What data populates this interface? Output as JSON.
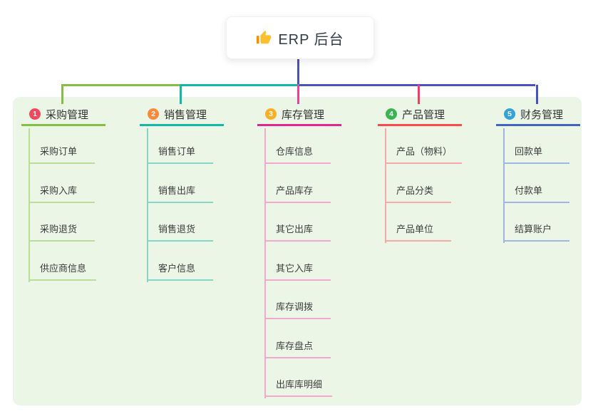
{
  "root": {
    "label": "ERP 后台",
    "icon": "thumbs-up-icon"
  },
  "trunk": {
    "left_color": "#84bf41",
    "middle_color": "#0fbaa6",
    "right_color": "#4a51c3"
  },
  "panel_color": "#ecf6e7",
  "branches": [
    {
      "badge": "1",
      "label": "采购管理",
      "badge_color": "#f1485e",
      "line_color": "#84bf41",
      "drop_color": "#84bf41",
      "child_line_color": "#b9dd9b",
      "children": [
        "采购订单",
        "采购入库",
        "采购退货",
        "供应商信息"
      ]
    },
    {
      "badge": "2",
      "label": "销售管理",
      "badge_color": "#f78b3d",
      "line_color": "#0fbaa6",
      "drop_color": "#0fbaa6",
      "child_line_color": "#86d6c8",
      "children": [
        "销售订单",
        "销售出库",
        "销售退货",
        "客户信息"
      ]
    },
    {
      "badge": "3",
      "label": "库存管理",
      "badge_color": "#f7af26",
      "line_color": "#e1268f",
      "drop_color": "#ee3f9b",
      "child_line_color": "#f2a9cd",
      "children": [
        "仓库信息",
        "产品库存",
        "其它出库",
        "其它入库",
        "库存调拨",
        "库存盘点",
        "出库库明细"
      ]
    },
    {
      "badge": "4",
      "label": "产品管理",
      "badge_color": "#3cb453",
      "line_color": "#fa4b4b",
      "drop_color": "#ef3f64",
      "child_line_color": "#f9a8a8",
      "children": [
        "产品（物料）",
        "产品分类",
        "产品单位"
      ]
    },
    {
      "badge": "5",
      "label": "财务管理",
      "badge_color": "#33a3dd",
      "line_color": "#3f63c9",
      "drop_color": "#4a51c3",
      "child_line_color": "#9fb6e4",
      "children": [
        "回款单",
        "付款单",
        "结算账户"
      ]
    }
  ]
}
